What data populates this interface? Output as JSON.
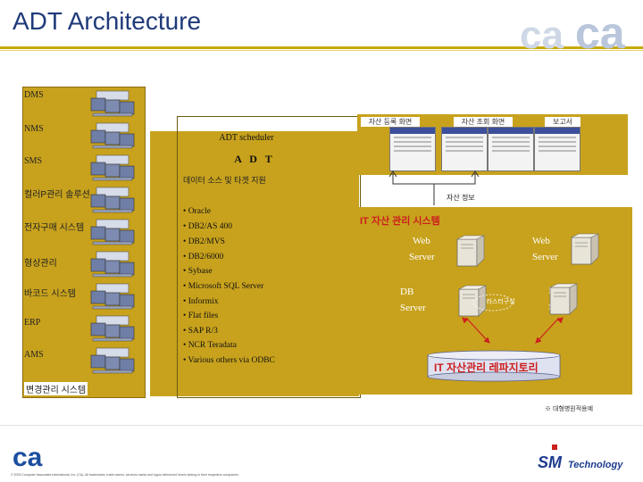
{
  "title": "ADT Architecture",
  "sources": [
    "DMS",
    "NMS",
    "SMS",
    "컬러P관리 솔루션",
    "전자구매 시스템",
    "형상관리",
    "바코드 시스템",
    "ERP",
    "AMS",
    "변경관리 시스템"
  ],
  "center": {
    "scheduler": "ADT scheduler",
    "adt": "A D T",
    "support": "데이터 소스 및 타겟 지원",
    "items": [
      "• Oracle",
      "• DB2/AS 400",
      "• DB2/MVS",
      "• DB2/6000",
      "• Sybase",
      "• Microsoft SQL Server",
      "• Informix",
      "• Flat files",
      "• SAP R/3",
      "• NCR Teradata",
      "• Various others via ODBC"
    ]
  },
  "screens": {
    "tabs": [
      "자산 등록 화면",
      "자산 조회 화면",
      "보고서"
    ]
  },
  "asset_info": "자산 정보",
  "it_system": {
    "title": "IT 자산 관리 시스템",
    "web_server": [
      "Web",
      "Server"
    ],
    "db_server": [
      "DB",
      "Server"
    ],
    "cluster": "클러스터구성",
    "repository": "IT 자산관리 레파지토리"
  },
  "note": "※ 대형병원적용예",
  "footer": {
    "copyright": "© 2003 Computer Associates International, Inc. (CA). All trademarks, trade names, services marks and logos referenced herein belong to their respective companies.",
    "logo_left": "ca",
    "logo_right": "SMTechnology",
    "watermark": "ca ca"
  },
  "colors": {
    "gold": "#c8a21d",
    "title_blue": "#1f3a7a",
    "red_arrow": "#cc1f1f",
    "brand_blue": "#1d4fa0"
  }
}
